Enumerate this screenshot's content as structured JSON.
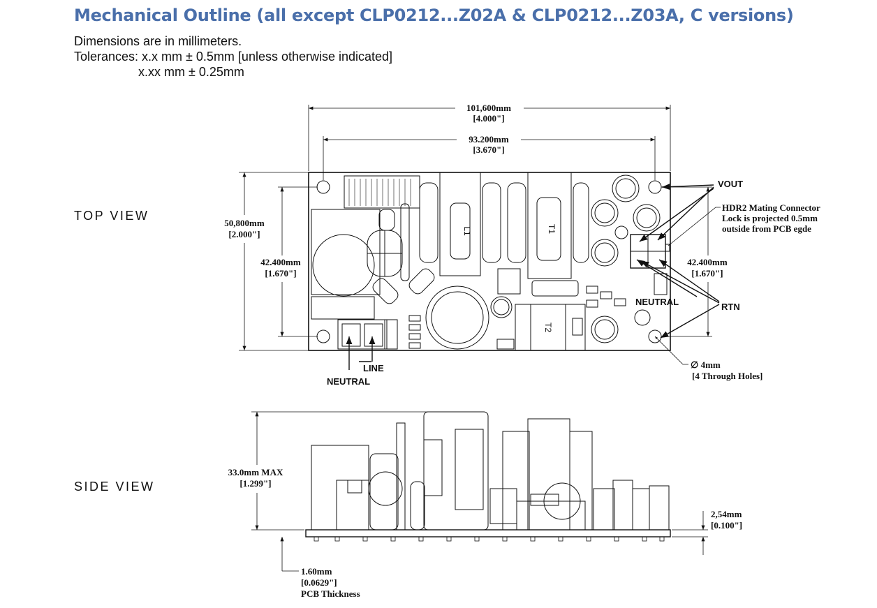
{
  "title": "Mechanical Outline (all except CLP0212...Z02A & CLP0212...Z03A, C versions)",
  "notes": {
    "line1": "Dimensions are in millimeters.",
    "line2": "Tolerances: x.x mm ± 0.5mm [unless otherwise indicated]",
    "line3": "x.xx mm ± 0.25mm"
  },
  "views": {
    "top": "TOP VIEW",
    "side": "SIDE VIEW"
  },
  "top_dims": {
    "overall_width_mm": "101,600mm",
    "overall_width_in": "[4.000\"]",
    "hole_spacing_mm": "93.200mm",
    "hole_spacing_in": "[3.670\"]",
    "overall_height_mm": "50,800mm",
    "overall_height_in": "[2.000\"]",
    "hole_height_left_mm": "42.400mm",
    "hole_height_left_in": "[1.670\"]",
    "hole_height_right_mm": "42.400mm",
    "hole_height_right_in": "[1.670\"]",
    "hole_dia": "∅ 4mm",
    "hole_note": "[4 Through Holes]"
  },
  "callouts": {
    "vout": "VOUT",
    "hdr2_line1": "HDR2 Mating Connector",
    "hdr2_line2": "Lock is projected 0.5mm",
    "hdr2_line3": "outside from PCB egde",
    "rtn": "RTN",
    "neutral_right": "NEUTRAL",
    "line": "LINE",
    "neutral_left": "NEUTRAL"
  },
  "pcb_labels": {
    "l1": "L1",
    "t1": "T1",
    "t2": "T2"
  },
  "side_dims": {
    "height_mm": "33.0mm MAX",
    "height_in": "[1.299\"]",
    "standoff_mm": "2,54mm",
    "standoff_in": "[0.100\"]",
    "pcb_mm": "1.60mm",
    "pcb_in": "[0.0629\"]",
    "pcb_note": "PCB Thickness"
  },
  "colors": {
    "title": "#4a6faa",
    "line": "#111111"
  }
}
